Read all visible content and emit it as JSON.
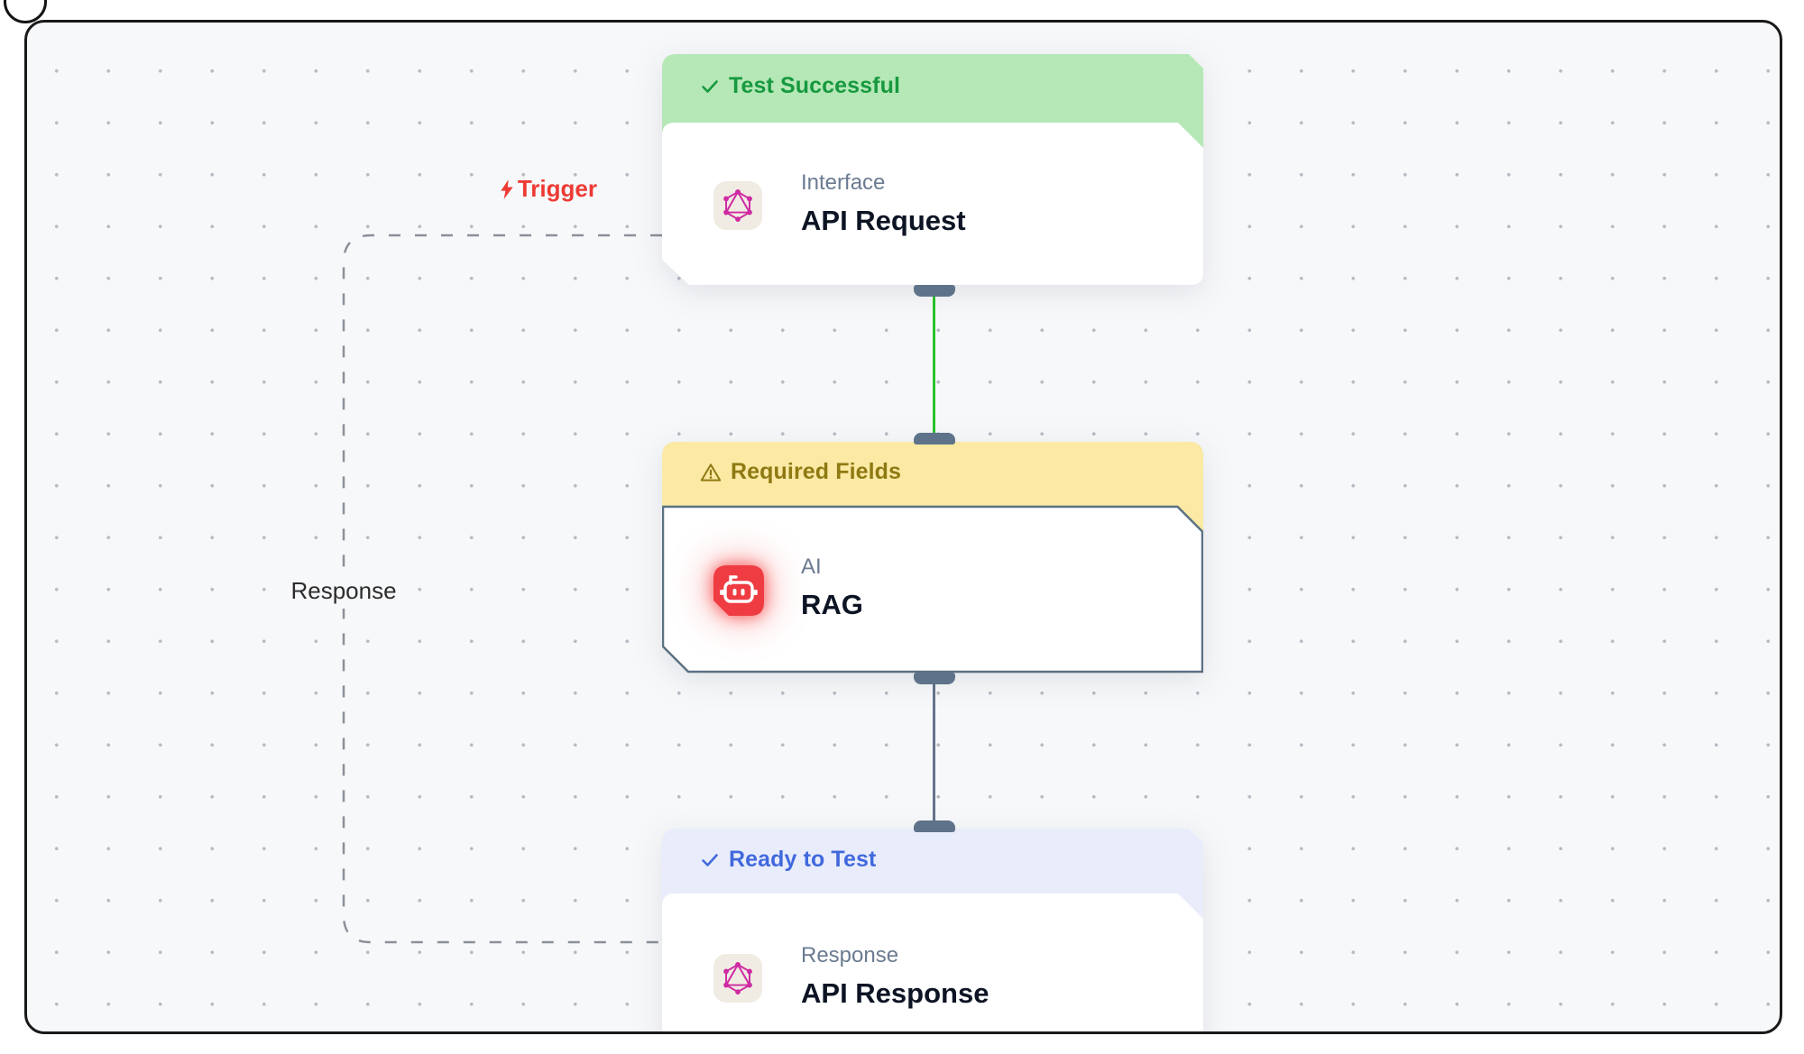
{
  "app": {
    "type": "workflow-canvas"
  },
  "labels": {
    "trigger": "Trigger",
    "response": "Response"
  },
  "nodes": [
    {
      "name": "api-request",
      "status_label": "Test Successful",
      "status_icon": "check",
      "category": "Interface",
      "title": "API Request",
      "icon": "graphql-icon"
    },
    {
      "name": "rag",
      "status_label": "Required Fields",
      "status_icon": "warning-triangle",
      "category": "AI",
      "title": "RAG",
      "icon": "robot-icon"
    },
    {
      "name": "api-response",
      "status_label": "Ready to Test",
      "status_icon": "check",
      "category": "Response",
      "title": "API Response",
      "icon": "graphql-icon"
    }
  ],
  "connections": [
    {
      "from": "api-request",
      "to": "rag",
      "style": "solid",
      "state": "active"
    },
    {
      "from": "rag",
      "to": "api-response",
      "style": "solid",
      "state": "idle"
    },
    {
      "from": "api-response",
      "to": "api-request",
      "style": "dashed",
      "label": "Response",
      "trigger_label": "Trigger"
    }
  ],
  "colors": {
    "canvas_bg": "#f7f8fa",
    "success_bg": "#b5e8b6",
    "success_text": "#17993f",
    "warning_bg": "#fbe9a4",
    "warning_text": "#8f7912",
    "ready_bg": "#e9edfb",
    "ready_text": "#4169dd",
    "node_border": "#5b7183",
    "port": "#5e7389",
    "connector_active": "#2cc32c",
    "connector": "#64748b",
    "trigger": "#ee3a34",
    "graphql": "#ce2aa2",
    "ai_icon": "#ee3c42"
  }
}
